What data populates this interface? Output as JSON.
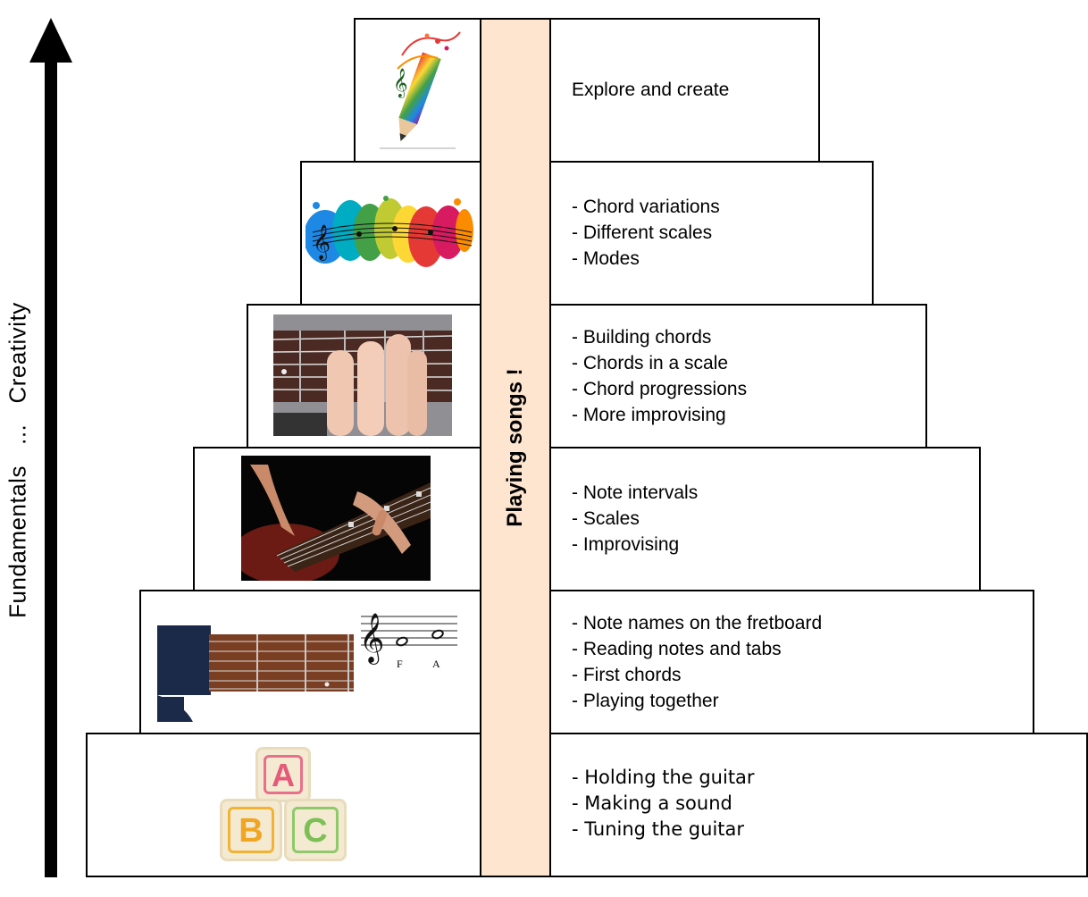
{
  "axis": {
    "label": "Fundamentals   ...   Creativity"
  },
  "pillar": {
    "label": "Playing songs !"
  },
  "tiers": [
    {
      "lines": "Explore and create"
    },
    {
      "lines": "- Chord variations\n- Different scales\n- Modes"
    },
    {
      "lines": "- Building chords\n- Chords in a scale\n- Chord progressions\n- More improvising"
    },
    {
      "lines": "- Note intervals\n- Scales\n- Improvising"
    },
    {
      "lines": "- Note names on the fretboard\n- Reading notes and tabs\n- First chords\n- Playing together"
    },
    {
      "lines": "- Holding the guitar\n- Making a sound\n- Tuning the guitar"
    }
  ],
  "staff": {
    "note1": "F",
    "note2": "A"
  },
  "blocks": {
    "a": "A",
    "b": "B",
    "c": "C"
  },
  "icons": [
    "pencil-music-icon",
    "color-splash-music-icon",
    "chord-hand-photo",
    "guitar-playing-photo",
    "fretboard-photo",
    "treble-staff-icon",
    "abc-blocks-icon"
  ]
}
